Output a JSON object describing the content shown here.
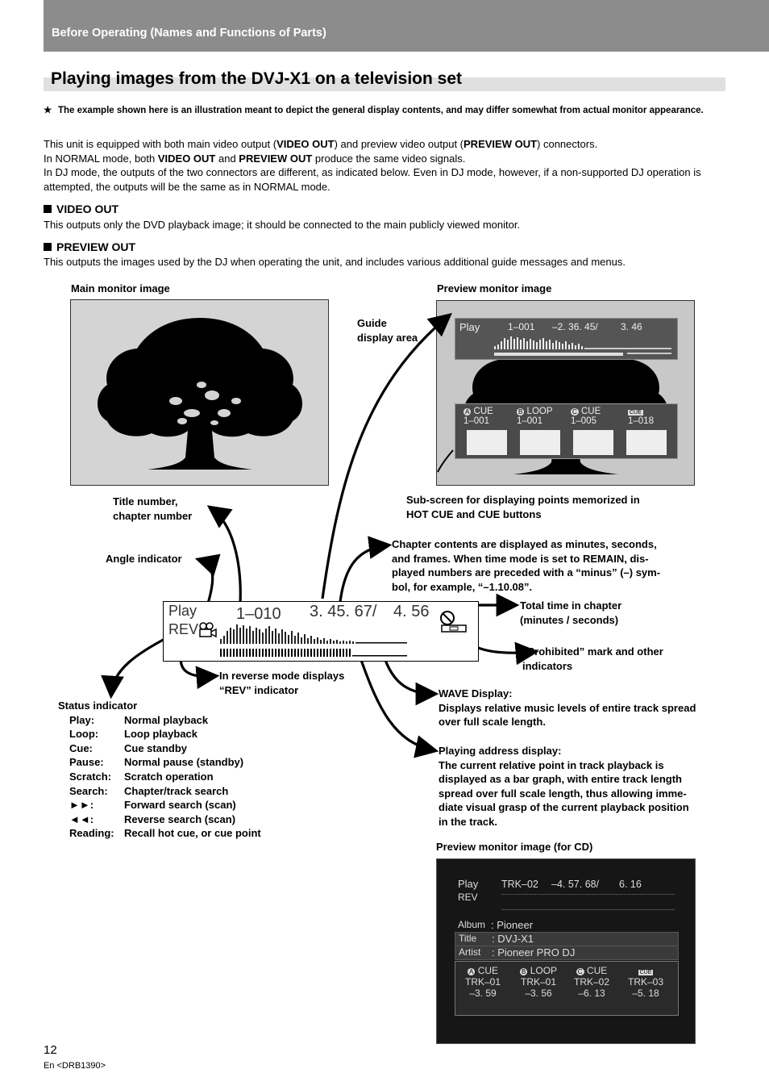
{
  "header": {
    "section": "Before Operating (Names and Functions of Parts)"
  },
  "title": "Playing images from the DVJ-X1 on a television set",
  "note": {
    "star": "★",
    "text": "The example shown here is an illustration meant to depict the general display contents, and may differ somewhat from actual monitor appearance."
  },
  "intro": {
    "l1a": "This unit is equipped with both main video output (",
    "l1b": "VIDEO OUT",
    "l1c": ") and preview video output (",
    "l1d": "PREVIEW OUT",
    "l1e": ") connectors.",
    "l2a": "In NORMAL mode, both ",
    "l2b": "VIDEO OUT",
    "l2c": " and ",
    "l2d": "PREVIEW OUT",
    "l2e": " produce the same video signals.",
    "l3": "In DJ mode, the outputs of the two connectors are different, as indicated below. Even in DJ mode, however, if a non-supported DJ operation is attempted, the outputs will be the same as in NORMAL mode."
  },
  "video_out": {
    "heading": "VIDEO OUT",
    "text": "This outputs only the DVD playback image; it should be connected to the main publicly viewed monitor."
  },
  "preview_out": {
    "heading": "PREVIEW OUT",
    "text": "This outputs the images used by the DJ when operating the unit, and includes various additional guide messages and menus."
  },
  "labels": {
    "main_monitor": "Main monitor image",
    "preview_monitor": "Preview monitor image",
    "guide_area_1": "Guide",
    "guide_area_2": "display area",
    "subscreen_1": "Sub-screen for displaying points memorized in",
    "subscreen_2": "HOT CUE and CUE buttons",
    "title_num_1": "Title number,",
    "title_num_2": "chapter number",
    "angle": "Angle indicator",
    "chapter_1": "Chapter contents are displayed as minutes, seconds,",
    "chapter_2": "and frames. When time mode is set to REMAIN, dis-",
    "chapter_3": "played numbers are preceded with a “minus” (–) sym-",
    "chapter_4": "bol, for example, “–1.10.08”.",
    "total_1": "Total time in chapter",
    "total_2": "(minutes / seconds)",
    "prohib_1": "“Prohibited” mark and other",
    "prohib_2": "indicators",
    "rev_1": "In reverse mode displays",
    "rev_2": "“REV” indicator",
    "wave_1": "WAVE Display:",
    "wave_2": "Displays relative music levels of entire track spread",
    "wave_3": "over full scale length.",
    "addr_1": "Playing address display:",
    "addr_2": "The current relative point in track playback is",
    "addr_3": "displayed as a bar graph, with entire track length",
    "addr_4": "spread over full scale length, thus allowing imme-",
    "addr_5": "diate visual grasp of the current playback position",
    "addr_6": "in the track.",
    "preview_cd": "Preview monitor image (for CD)"
  },
  "status": {
    "heading": "Status indicator",
    "items": [
      {
        "k": "Play:",
        "v": "Normal playback"
      },
      {
        "k": "Loop:",
        "v": "Loop playback"
      },
      {
        "k": "Cue:",
        "v": "Cue standby"
      },
      {
        "k": "Pause:",
        "v": "Normal pause (standby)"
      },
      {
        "k": "Scratch:",
        "v": "Scratch operation"
      },
      {
        "k": "Search:",
        "v": "Chapter/track search"
      },
      {
        "k": "►►:",
        "v": "Forward search (scan)"
      },
      {
        "k": "◄◄:",
        "v": "Reverse search (scan)"
      },
      {
        "k": "Reading:",
        "v": "Recall hot cue, or cue point"
      }
    ]
  },
  "display": {
    "play": "Play",
    "rev": "REV",
    "chapter": "1–010",
    "elapsed": "3. 45. 67/",
    "total": "4. 56"
  },
  "preview": {
    "play": "Play",
    "chapter": "1–001",
    "time": "–2. 36. 45/",
    "total": "3. 46",
    "cues": [
      {
        "badge": "A",
        "name": "CUE",
        "num": "1–001"
      },
      {
        "badge": "B",
        "name": "LOOP",
        "num": "1–001"
      },
      {
        "badge": "C",
        "name": "CUE",
        "num": "1–005"
      },
      {
        "badge": "CUE",
        "name": "",
        "num": "1–018"
      }
    ]
  },
  "cd": {
    "play": "Play",
    "rev": "REV",
    "track": "TRK–02",
    "time": "–4. 57. 68/",
    "total": "6. 16",
    "album_k": "Album",
    "album_v": ": Pioneer",
    "title_k": "Title",
    "title_v": ": DVJ-X1",
    "artist_k": "Artist",
    "artist_v": ": Pioneer PRO DJ",
    "cues": [
      {
        "badge": "A",
        "name": "CUE",
        "trk": "TRK–01",
        "t": "–3. 59"
      },
      {
        "badge": "B",
        "name": "LOOP",
        "trk": "TRK–01",
        "t": "–3. 56"
      },
      {
        "badge": "C",
        "name": "CUE",
        "trk": "TRK–02",
        "t": "–6. 13"
      },
      {
        "badge": "CUE",
        "name": "",
        "trk": "TRK–03",
        "t": "–5. 18"
      }
    ]
  },
  "footer": {
    "page": "12",
    "code": "En <DRB1390>"
  }
}
